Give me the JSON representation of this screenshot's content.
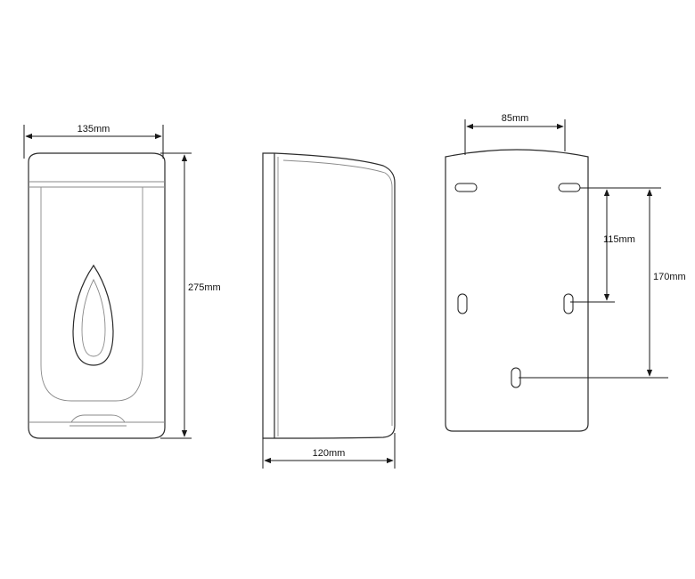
{
  "front_view": {
    "width_label": "135mm",
    "height_label": "275mm"
  },
  "side_view": {
    "depth_label": "120mm"
  },
  "back_view": {
    "hole_spacing_label": "85mm",
    "vertical_spacing_label": "115mm",
    "lower_spacing_label": "170mm"
  }
}
